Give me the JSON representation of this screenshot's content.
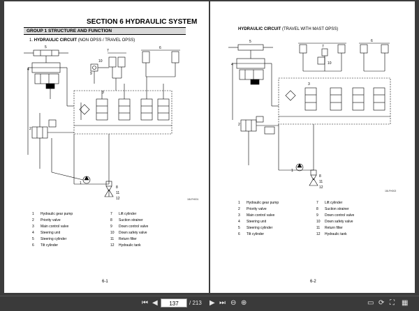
{
  "left_page": {
    "section_title": "SECTION 6  HYDRAULIC SYSTEM",
    "group_title": "GROUP 1  STRUCTURE AND FUNCTION",
    "diagram_number": "1.",
    "diagram_title": "HYDRAULIC CIRCUIT",
    "diagram_subtitle": "(NON OPSS / TRAVEL OPSS)",
    "drawing_code": "18LFH001",
    "page_number": "6-1"
  },
  "right_page": {
    "diagram_title": "HYDRAULIC CIRCUIT",
    "diagram_subtitle": "(TRAVEL WITH MAST OPSS)",
    "drawing_code": "18LFH002",
    "page_number": "6-2"
  },
  "legend": [
    {
      "n": "1",
      "label": "Hydraulic gear pump"
    },
    {
      "n": "2",
      "label": "Priority valve"
    },
    {
      "n": "3",
      "label": "Main control valve"
    },
    {
      "n": "4",
      "label": "Steering unit"
    },
    {
      "n": "5",
      "label": "Steering cylinder"
    },
    {
      "n": "6",
      "label": "Tilt cylinder"
    },
    {
      "n": "7",
      "label": "Lift cylinder"
    },
    {
      "n": "8",
      "label": "Suction strainer"
    },
    {
      "n": "9",
      "label": "Down control valve"
    },
    {
      "n": "10",
      "label": "Down safety valve"
    },
    {
      "n": "11",
      "label": "Return filter"
    },
    {
      "n": "12",
      "label": "Hydraulic tank"
    }
  ],
  "toolbar": {
    "current_page": "137",
    "total_pages": "/ 213",
    "icons": [
      "first-page-icon",
      "prev-page-icon",
      "next-page-icon",
      "last-page-icon",
      "zoom-out-icon",
      "zoom-in-icon",
      "fit-width-icon",
      "rotate-icon",
      "fullscreen-icon",
      "grid-view-icon"
    ]
  }
}
